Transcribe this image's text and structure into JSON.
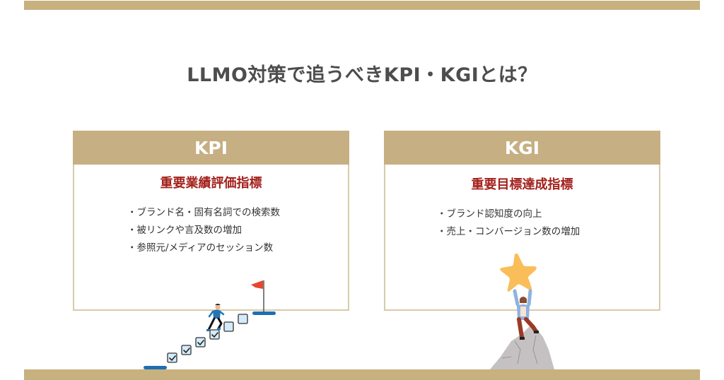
{
  "page": {
    "title": "LLMO対策で追うべきKPI・KGIとは？"
  },
  "colors": {
    "accent_bar": "#c7b17f",
    "card_header": "#c6af82",
    "card_border": "#d9cba9",
    "subtitle_red": "#a3201b",
    "title_gray": "#4d4d4d"
  },
  "kpi": {
    "header": "KPI",
    "subtitle": "重要業績評価指標",
    "items": [
      "・ブランド名・固有名詞での検索数",
      "・被リンクや言及数の増加",
      "・参照元/メディアのセッション数"
    ],
    "illustration": "person-climbing-checkbox-stairs-to-flag"
  },
  "kgi": {
    "header": "KGI",
    "subtitle": "重要目標達成指標",
    "items": [
      "・ブランド認知度の向上",
      "・売上・コンバージョン数の増加"
    ],
    "illustration": "person-on-mountain-holding-star"
  }
}
